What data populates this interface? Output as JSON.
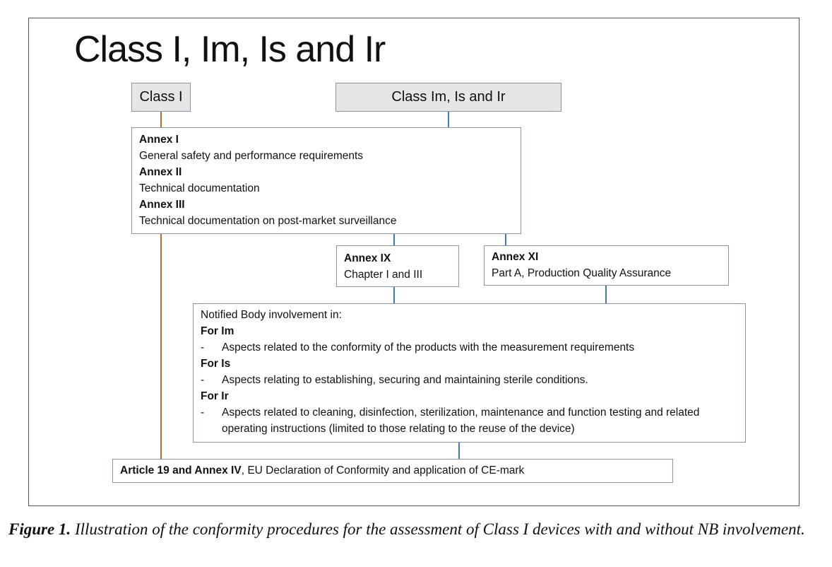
{
  "title": "Class I, Im, Is and Ir",
  "class_i": "Class I",
  "class_m": "Class Im, Is and Ir",
  "annex_box": [
    {
      "head": "Annex I",
      "text": "General safety and performance requirements"
    },
    {
      "head": "Annex II",
      "text": "Technical documentation"
    },
    {
      "head": "Annex III",
      "text": "Technical documentation on post-market surveillance"
    }
  ],
  "annex_ix": {
    "head": "Annex IX",
    "text": "Chapter I and III"
  },
  "annex_xi": {
    "head": "Annex XI",
    "text": "Part A, Production Quality Assurance"
  },
  "nb": {
    "intro": "Notified Body involvement in:",
    "items": [
      {
        "head": "For Im",
        "bullet": "Aspects related to the conformity of the products with the measurement requirements"
      },
      {
        "head": "For Is",
        "bullet": "Aspects relating to establishing, securing and maintaining sterile conditions."
      },
      {
        "head": "For Ir",
        "bullet": "Aspects related to cleaning, disinfection, sterilization, maintenance and function testing and related operating instructions (limited to those relating to the reuse of the device)"
      }
    ]
  },
  "article": {
    "head": "Article 19 and Annex IV",
    "text": ", EU Declaration of Conformity and application of CE-mark"
  },
  "caption": {
    "label": "Figure 1.",
    "text": " Illustration of the conformity procedures for the assessment of Class I devices with and without NB involvement."
  },
  "colors": {
    "class_i_line": "#c5662a",
    "class_m_line": "#3a7cc9",
    "header_fill": "#e6e6e6"
  }
}
